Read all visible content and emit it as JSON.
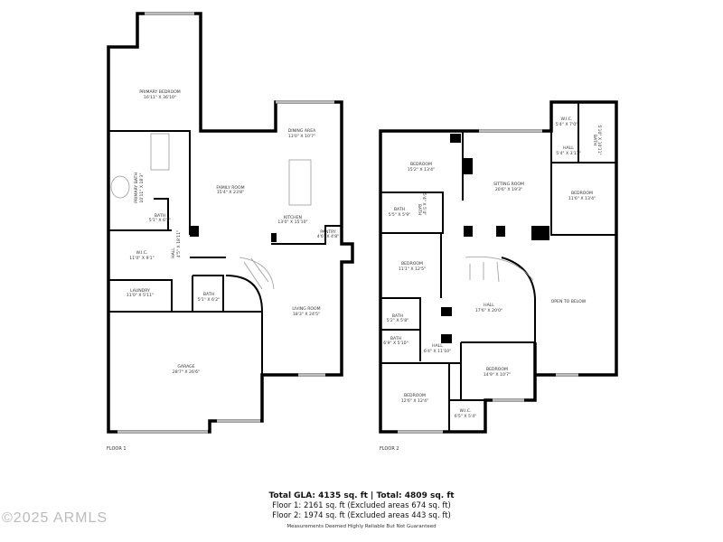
{
  "floor1": {
    "label": "FLOOR 1",
    "rooms": [
      {
        "name": "PRIMARY BEDROOM",
        "dims": "16'11\" X 36'10\""
      },
      {
        "name": "PRIMARY BATH",
        "dims": "10'11\" X 18'3\""
      },
      {
        "name": "BATH",
        "dims": "5'1\" X 6'5\""
      },
      {
        "name": "W.I.C.",
        "dims": "11'0\" X 9'1\""
      },
      {
        "name": "HALL",
        "dims": "4'5\" X 18'11\""
      },
      {
        "name": "LAUNDRY",
        "dims": "11'0\" X 5'11\""
      },
      {
        "name": "FAMILY ROOM",
        "dims": "15'4\" X 23'8\""
      },
      {
        "name": "DINING AREA",
        "dims": "13'0\" X 10'7\""
      },
      {
        "name": "KITCHEN",
        "dims": "13'0\" X 15'10\""
      },
      {
        "name": "PANTRY",
        "dims": "4'6\" X 4'8\""
      },
      {
        "name": "BATH",
        "dims": "5'1\" X 6'2\""
      },
      {
        "name": "LIVING ROOM",
        "dims": "18'3\" X 24'5\""
      },
      {
        "name": "GARAGE",
        "dims": "28'7\" X 26'6\""
      }
    ]
  },
  "floor2": {
    "label": "FLOOR 2",
    "rooms": [
      {
        "name": "BEDROOM",
        "dims": "15'2\" X 13'4\""
      },
      {
        "name": "SITTING ROOM",
        "dims": "20'6\" X 19'3\""
      },
      {
        "name": "W.I.C.",
        "dims": "5'4\" X 7'0\""
      },
      {
        "name": "HALL",
        "dims": "5'4\" X 3'11\""
      },
      {
        "name": "BATH",
        "dims": "5'10\" X 10'11\""
      },
      {
        "name": "BEDROOM",
        "dims": "11'6\" X 13'4\""
      },
      {
        "name": "BATH",
        "dims": "5'5\" X 5'9\""
      },
      {
        "name": "BATH",
        "dims": "5'4\" X 5'4\""
      },
      {
        "name": "BEDROOM",
        "dims": "11'1\" X 12'5\""
      },
      {
        "name": "HALL",
        "dims": "17'6\" X 20'0\""
      },
      {
        "name": "OPEN TO BELOW",
        "dims": ""
      },
      {
        "name": "BATH",
        "dims": "5'2\" X 5'8\""
      },
      {
        "name": "BATH",
        "dims": "6'9\" X 5'10\""
      },
      {
        "name": "HALL",
        "dims": "6'4\" X 11'10\""
      },
      {
        "name": "BEDROOM",
        "dims": "14'9\" X 10'7\""
      },
      {
        "name": "BEDROOM",
        "dims": "12'6\" X 12'4\""
      },
      {
        "name": "W.I.C.",
        "dims": "6'5\" X 5'4\""
      }
    ]
  },
  "summary": {
    "total": "Total GLA: 4135 sq. ft | Total: 4809 sq. ft",
    "floor1": "Floor 1: 2161 sq. ft (Excluded areas 674 sq. ft)",
    "floor2": "Floor 2: 1974 sq. ft (Excluded areas 443 sq. ft)",
    "disclaimer": "Measurements Deemed Highly Reliable But Not Guaranteed"
  },
  "watermark": "©2025 ARMLS"
}
